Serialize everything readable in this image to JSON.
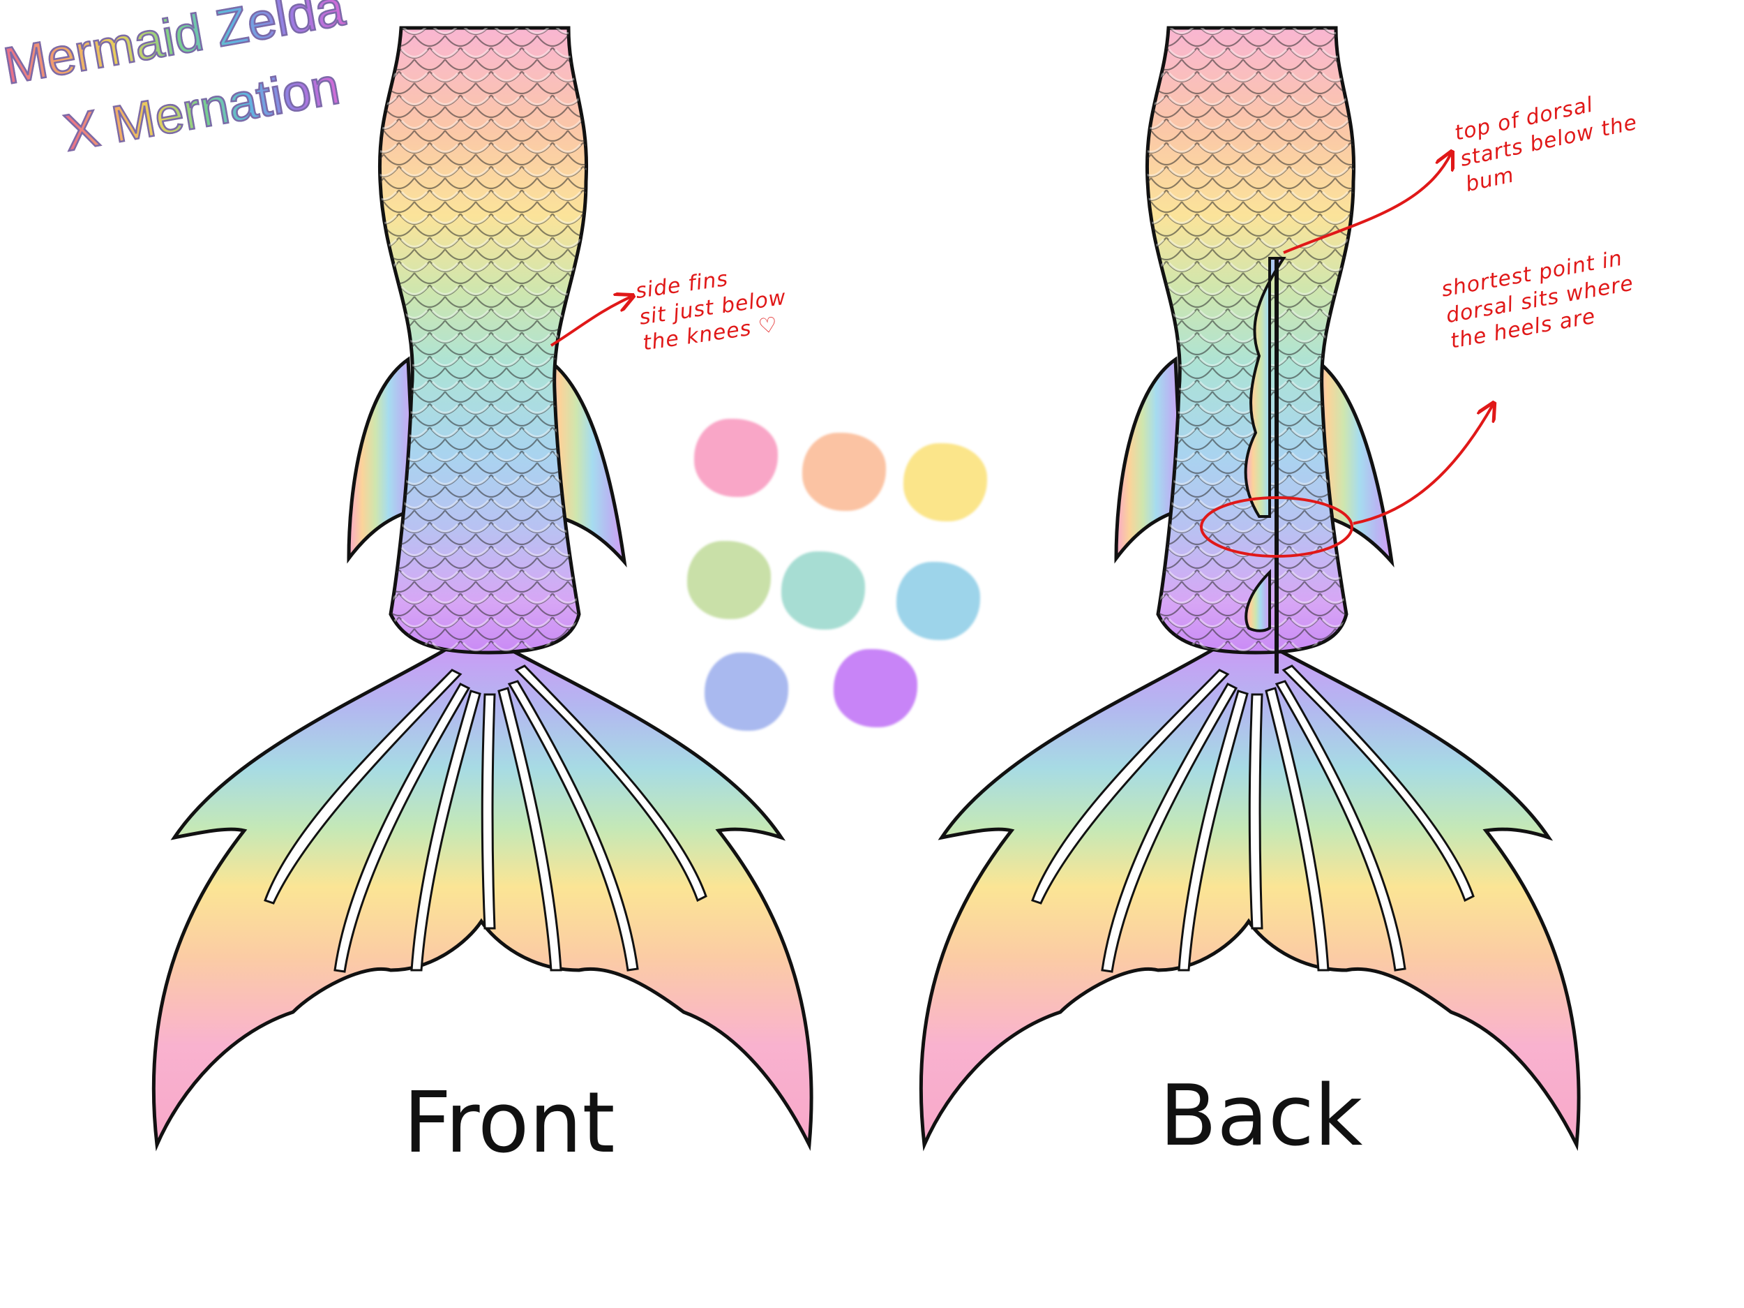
{
  "title": {
    "line1": "Mermaid Zelda",
    "line2": "X Mernation"
  },
  "annotations": {
    "side_fins": "side fins\nsit just below\nthe knees ♡",
    "dorsal_top": "top of dorsal\nstarts below the\nbum",
    "dorsal_shortest": "shortest point in\ndorsal sits where\nthe heels are"
  },
  "views": {
    "front_label": "Front",
    "back_label": "Back"
  },
  "palette": {
    "swatches": [
      {
        "name": "pink",
        "color": "#f9a6c7"
      },
      {
        "name": "peach",
        "color": "#fbc3a3"
      },
      {
        "name": "yellow",
        "color": "#fbe58a"
      },
      {
        "name": "green",
        "color": "#c9e0a8"
      },
      {
        "name": "mint",
        "color": "#a7ddd3"
      },
      {
        "name": "sky-blue",
        "color": "#9dd4ea"
      },
      {
        "name": "periwinkle",
        "color": "#a9b9ef"
      },
      {
        "name": "purple",
        "color": "#c884f7"
      }
    ]
  },
  "colors": {
    "outline": "#111111",
    "annotation": "#e01818",
    "fin-ray": "#ffffff"
  }
}
